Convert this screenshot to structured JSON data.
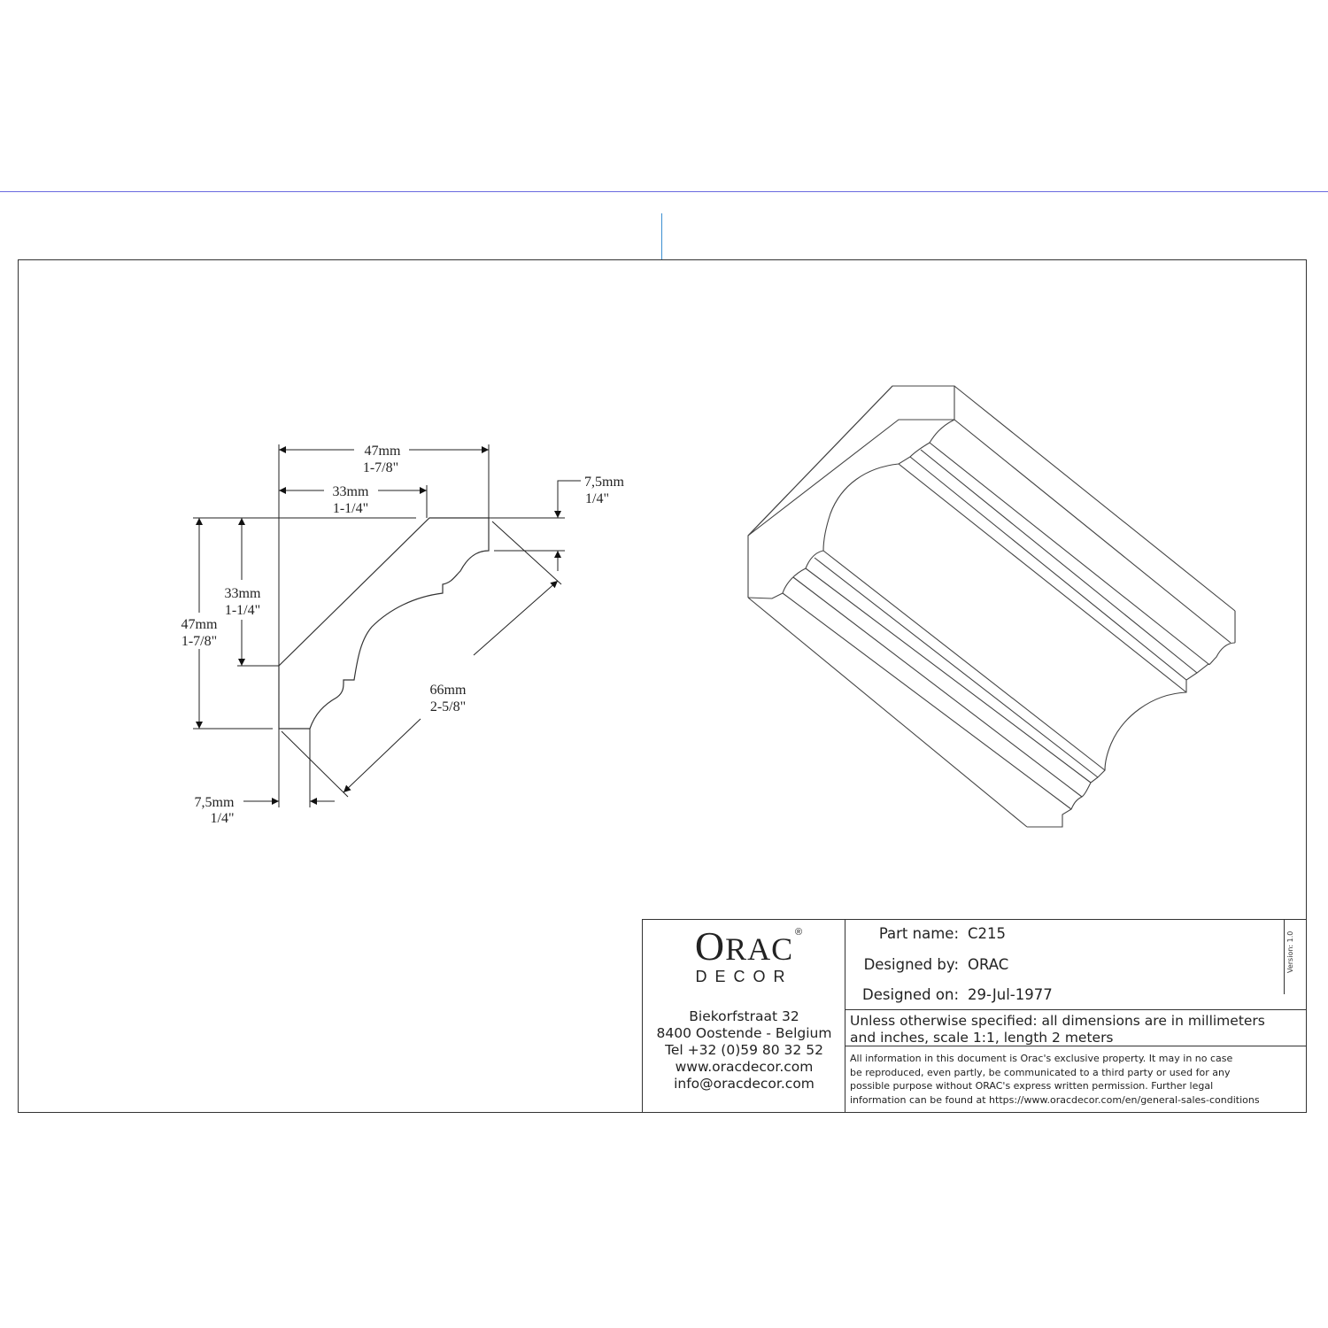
{
  "dimensions": {
    "top_width": {
      "mm": "47mm",
      "inch": "1-7/8\""
    },
    "top_inner": {
      "mm": "33mm",
      "inch": "1-1/4\""
    },
    "top_right_offset": {
      "mm": "7,5mm",
      "inch": "1/4\""
    },
    "left_height": {
      "mm": "47mm",
      "inch": "1-7/8\""
    },
    "left_inner": {
      "mm": "33mm",
      "inch": "1-1/4\""
    },
    "diagonal": {
      "mm": "66mm",
      "inch": "2-5/8\""
    },
    "bottom_left_offset": {
      "mm": "7,5mm",
      "inch": "1/4\""
    }
  },
  "title_block": {
    "logo": {
      "word_first": "O",
      "word_rest": "RAC",
      "sub": "DECOR",
      "reg": "®"
    },
    "address": [
      "Biekorfstraat 32",
      "8400 Oostende - Belgium",
      "Tel  +32 (0)59 80 32 52",
      "www.oracdecor.com",
      "info@oracdecor.com"
    ],
    "part_name_label": "Part name:",
    "part_name": "C215",
    "designed_by_label": "Designed by:",
    "designed_by": "ORAC",
    "designed_on_label": "Designed on:",
    "designed_on": "29-Jul-1977",
    "version": "Version: 1.0",
    "spec": [
      "Unless otherwise specified: all dimensions are in millimeters",
      "and inches, scale 1:1, length 2 meters"
    ],
    "legal": [
      "All information in this document is Orac's exclusive property.  It may in no case",
      "be reproduced, even partly, be communicated to a third party or used for any",
      "possible purpose without ORAC's express written permission. Further legal",
      "information can be found at https://www.oracdecor.com/en/general-sales-conditions"
    ]
  }
}
